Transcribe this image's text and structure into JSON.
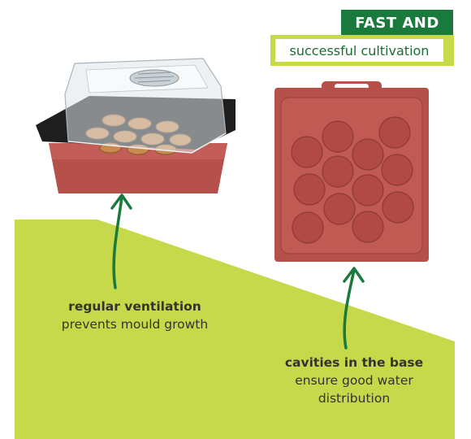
{
  "header": {
    "badge_top": "FAST AND",
    "badge_bottom": "successful cultivation"
  },
  "features": [
    {
      "title": "regular ventilation",
      "text": "prevents mould growth"
    },
    {
      "title": "cavities in the base",
      "text_line1": "ensure good water",
      "text_line2": "distribution"
    }
  ],
  "colors": {
    "lime": "#c5d94a",
    "dark_green": "#1a7a3e",
    "terracotta": "#b5504a",
    "text": "#333333"
  }
}
